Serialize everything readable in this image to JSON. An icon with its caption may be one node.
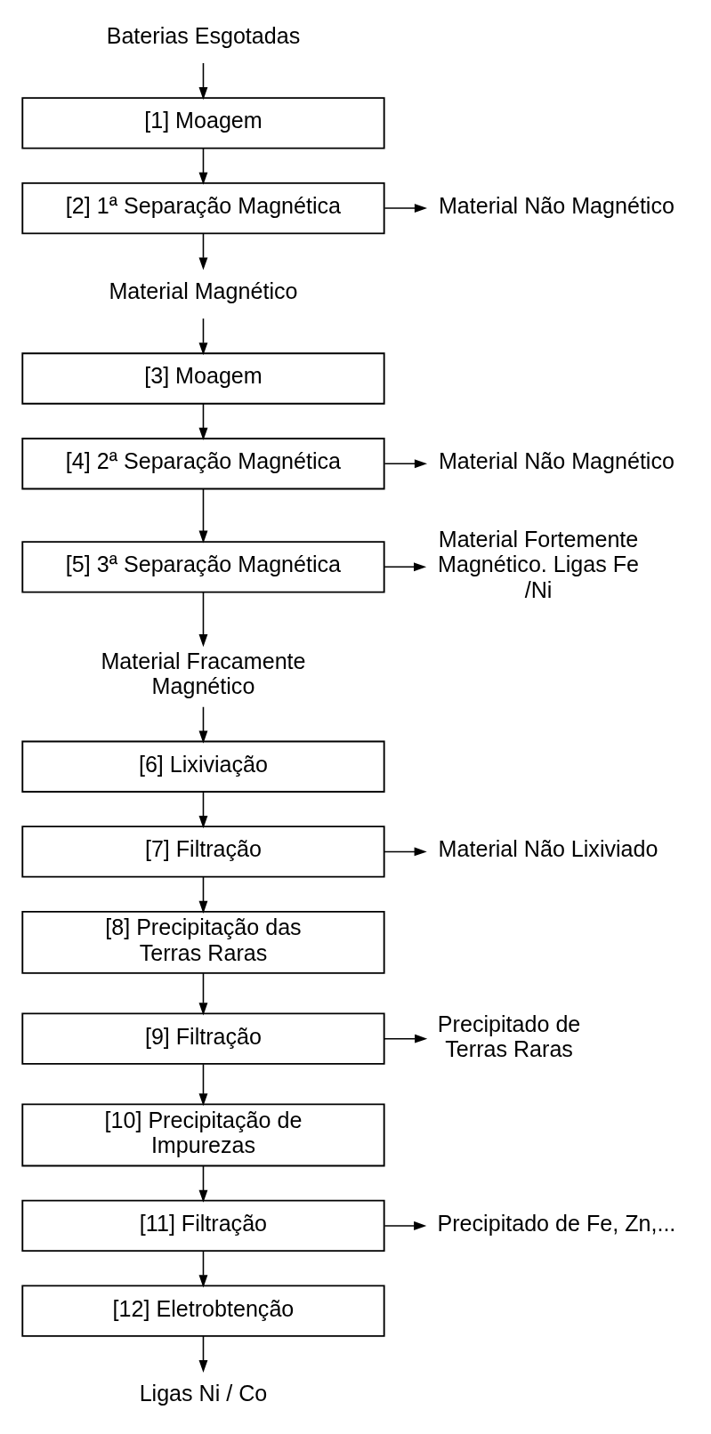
{
  "diagram": {
    "nodes": [
      {
        "text": [
          "Baterias Esgotadas"
        ]
      },
      {
        "text": [
          "[1] Moagem"
        ]
      },
      {
        "text": [
          "[2] 1ª Separação Magnética"
        ]
      },
      {
        "text": [
          "Material Não Magnético"
        ]
      },
      {
        "text": [
          "Material Magnético"
        ]
      },
      {
        "text": [
          "[3] Moagem"
        ]
      },
      {
        "text": [
          "[4] 2ª Separação Magnética"
        ]
      },
      {
        "text": [
          "Material Não Magnético"
        ]
      },
      {
        "text": [
          "[5] 3ª Separação Magnética"
        ]
      },
      {
        "text": [
          "Material Fortemente Magnético. Ligas Fe /Ni"
        ]
      },
      {
        "text": [
          "Material Fracamente Magnético"
        ]
      },
      {
        "text": [
          "[6] Lixiviação"
        ]
      },
      {
        "text": [
          "[7] Filtração"
        ]
      },
      {
        "text": [
          "Material Não Lixiviado"
        ]
      },
      {
        "text": [
          "[8] Precipitação das Terras Raras"
        ]
      },
      {
        "text": [
          "[9] Filtração"
        ]
      },
      {
        "text": [
          "Precipitado de Terras Raras"
        ]
      },
      {
        "text": [
          "[10] Precipitação de Impurezas"
        ]
      },
      {
        "text": [
          "[11] Filtração"
        ]
      },
      {
        "text": [
          "Precipitado de Fe, Zn,..."
        ]
      },
      {
        "text": [
          "[12] Eletrobtenção"
        ]
      },
      {
        "text": [
          "Ligas Ni / Co"
        ]
      }
    ],
    "edges": [
      {
        "from": 0,
        "to": 1,
        "arrow": "to"
      },
      {
        "from": 1,
        "to": 2,
        "arrow": "to"
      },
      {
        "from": 2,
        "to": 3,
        "arrow": "to"
      },
      {
        "from": 2,
        "to": 4,
        "arrow": "to"
      },
      {
        "from": 4,
        "to": 5,
        "arrow": "to"
      },
      {
        "from": 5,
        "to": 6,
        "arrow": "to"
      },
      {
        "from": 6,
        "to": 7,
        "arrow": "to"
      },
      {
        "from": 6,
        "to": 8,
        "arrow": "to"
      },
      {
        "from": 8,
        "to": 9,
        "arrow": "to"
      },
      {
        "from": 8,
        "to": 10,
        "arrow": "to"
      },
      {
        "from": 10,
        "to": 11,
        "arrow": "to"
      },
      {
        "from": 11,
        "to": 12,
        "arrow": "to"
      },
      {
        "from": 12,
        "to": 13,
        "arrow": "to"
      },
      {
        "from": 12,
        "to": 14,
        "arrow": "to"
      },
      {
        "from": 14,
        "to": 15,
        "arrow": "to"
      },
      {
        "from": 15,
        "to": 16,
        "arrow": "to"
      },
      {
        "from": 15,
        "to": 17,
        "arrow": "to"
      },
      {
        "from": 17,
        "to": 18,
        "arrow": "to"
      },
      {
        "from": 18,
        "to": 19,
        "arrow": "to"
      },
      {
        "from": 18,
        "to": 20,
        "arrow": "to"
      },
      {
        "from": 20,
        "to": 21,
        "arrow": "to"
      }
    ]
  }
}
